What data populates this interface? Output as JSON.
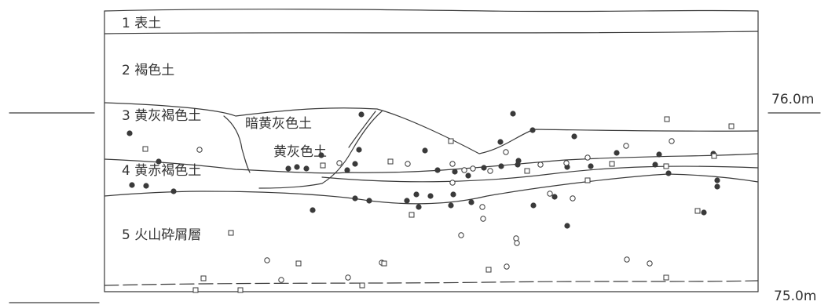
{
  "diagram": {
    "layers": [
      {
        "id": "layer-1",
        "label": "1 表土"
      },
      {
        "id": "layer-2",
        "label": "2 褐色土"
      },
      {
        "id": "layer-3",
        "label": "3 黄灰褐色土"
      },
      {
        "id": "layer-3a",
        "label": "暗黄灰色土"
      },
      {
        "id": "layer-3b",
        "label": "黄灰色土"
      },
      {
        "id": "layer-4",
        "label": "4 黄赤褐色土"
      },
      {
        "id": "layer-5",
        "label": "5 火山砕屑層"
      }
    ],
    "elevations": [
      {
        "id": "elev-76",
        "label": "76.0m"
      },
      {
        "id": "elev-75",
        "label": "75.0m"
      }
    ],
    "legend_symbols": [
      "filled-circle",
      "open-circle",
      "open-square"
    ],
    "colors": {
      "line": "#3a3a3a",
      "text": "#333333",
      "background": "#ffffff"
    }
  }
}
